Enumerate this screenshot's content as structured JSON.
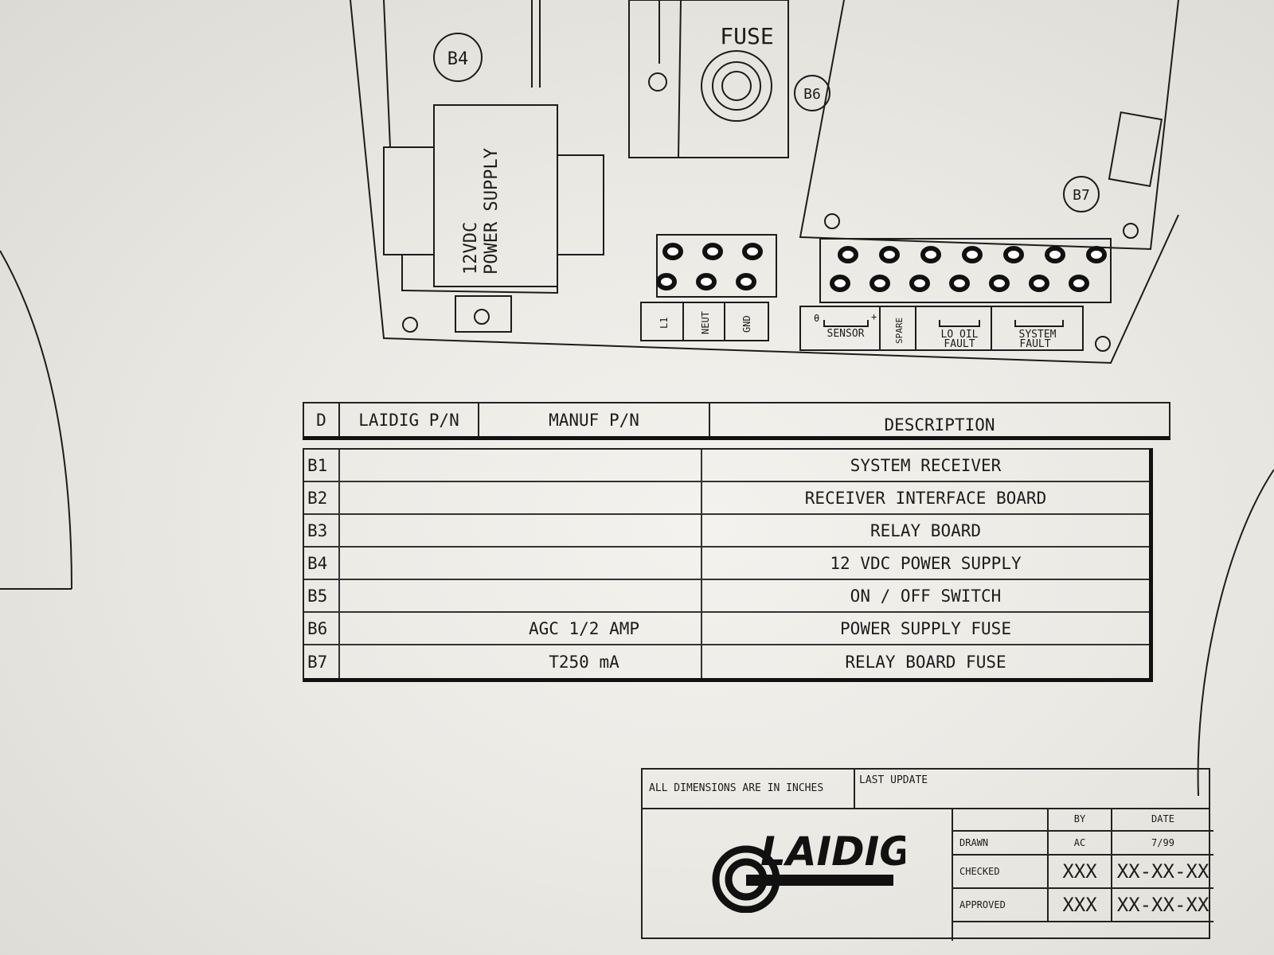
{
  "drawing": {
    "callouts": [
      "B4",
      "B6",
      "B7"
    ],
    "fuse_label": "FUSE",
    "power_supply_label": [
      "12VDC",
      "POWER SUPPLY"
    ],
    "power_terminals": [
      "L1",
      "NEUT",
      "GND"
    ],
    "relay_terminals": {
      "sensor": "SENSOR",
      "sensor_minus": "θ",
      "sensor_plus": "+",
      "spare": "SPARE",
      "lo_oil": [
        "LO OIL",
        "FAULT"
      ],
      "system": [
        "SYSTEM",
        "FAULT"
      ]
    }
  },
  "parts_table": {
    "headers": {
      "d": "D",
      "laidig": "LAIDIG P/N",
      "manuf": "MANUF P/N",
      "description": "DESCRIPTION"
    },
    "rows": [
      {
        "d": "B1",
        "laidig": "",
        "manuf": "",
        "description": "SYSTEM RECEIVER"
      },
      {
        "d": "B2",
        "laidig": "",
        "manuf": "",
        "description": "RECEIVER INTERFACE BOARD"
      },
      {
        "d": "B3",
        "laidig": "",
        "manuf": "",
        "description": "RELAY BOARD"
      },
      {
        "d": "B4",
        "laidig": "",
        "manuf": "",
        "description": "12 VDC POWER SUPPLY"
      },
      {
        "d": "B5",
        "laidig": "",
        "manuf": "",
        "description": "ON / OFF SWITCH"
      },
      {
        "d": "B6",
        "laidig": "",
        "manuf": "AGC 1/2 AMP",
        "description": "POWER SUPPLY FUSE"
      },
      {
        "d": "B7",
        "laidig": "",
        "manuf": "T250 mA",
        "description": "RELAY BOARD FUSE"
      }
    ]
  },
  "title_block": {
    "dimensions_note": "ALL DIMENSIONS ARE IN INCHES",
    "last_update_label": "LAST UPDATE",
    "logo_text": "LAIDIG",
    "headers": {
      "by": "BY",
      "date": "DATE"
    },
    "rows": [
      {
        "label": "DRAWN",
        "by": "AC",
        "date": "7/99"
      },
      {
        "label": "CHECKED",
        "by": "XXX",
        "date": "XX-XX-XX"
      },
      {
        "label": "APPROVED",
        "by": "XXX",
        "date": "XX-XX-XX"
      }
    ]
  }
}
